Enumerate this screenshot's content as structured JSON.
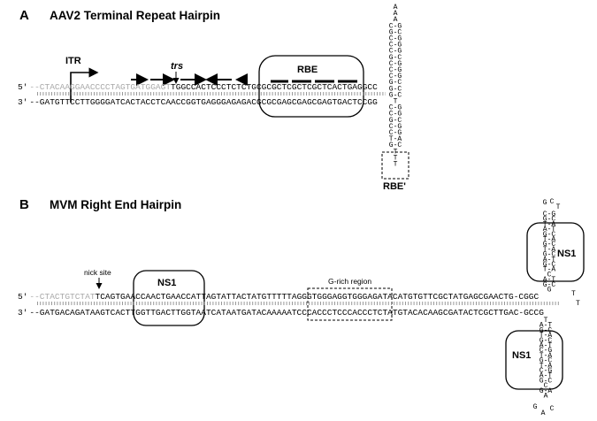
{
  "panelA": {
    "letter": "A",
    "title": "AAV2 Terminal Repeat Hairpin",
    "prime5": "5'",
    "prime3": "3'",
    "top_grey": "--CTACAAGGAACCCCTAGTGATGGAGT",
    "top_black": "TGGCCACTCCCTCTCTGCGCGCTCGCTCGCTCACTGAGGCC",
    "bottom": "--GATGTTCCTTGGGGATCACTACCTCAACCGGTGAGGGAGAGACGCGCGAGCGAGCGAGTGACTCCGG",
    "itr_label": "ITR",
    "trs_label": "trs",
    "rbe_label": "RBE",
    "rbe_prime_label": "RBE'",
    "stem_loop": [
      "A",
      "A",
      "A",
      "C-G",
      "G-C",
      "C-G",
      "C-G",
      "C-G",
      "G-C",
      "C-G",
      "C-G",
      "C-G",
      "G-C",
      "G-C",
      "G-C",
      "T",
      "C-G",
      "C-G",
      "G-C",
      "C-G",
      "C-G",
      "T-A",
      "G-C",
      "T",
      "T",
      "T"
    ]
  },
  "panelB": {
    "letter": "B",
    "title": "MVM Right End Hairpin",
    "prime5": "5'",
    "prime3": "3'",
    "top_grey": "--CTACTGTCTAT",
    "top_black": "TCAGTGAACCAACTGAACCATTAGTATTACTATGTTTTTAGGGTGGGAGGTGGGAGATACATGTGTTCGCTATGAGCGAACTG-CGGC",
    "bottom": "--GATGACAGATAAGTCACTTGGTTGACTTGGTAATCATAATGATACAAAAATCCCACCCTCCCACCCTCTATGTACACAAGCGATACTCGCTTGAC-GCCG",
    "nick_label": "nick site",
    "grich_label": "G-rich region",
    "ns1_label": "NS1",
    "loop_top": [
      "G",
      "C",
      "T"
    ],
    "loop_bottom": [
      "G",
      "A",
      "C"
    ],
    "stem_top": [
      "C-G",
      "G-C",
      "T-A",
      "A-T",
      "G-C",
      "T-A",
      "G-C",
      "T-A",
      "G-C",
      "A-T",
      "G-C",
      "T-A",
      "C",
      "A-T",
      "G-C",
      "G"
    ],
    "stem_bottom": [
      "T",
      "A-T",
      "G-C",
      "T-A",
      "G-C",
      "A-T",
      "C-G",
      "T-A",
      "G-C",
      "T-A",
      "C-G",
      "A-T",
      "G-C",
      "C",
      "G-A",
      "A"
    ],
    "hairpin_tip": [
      "T",
      "T"
    ]
  }
}
